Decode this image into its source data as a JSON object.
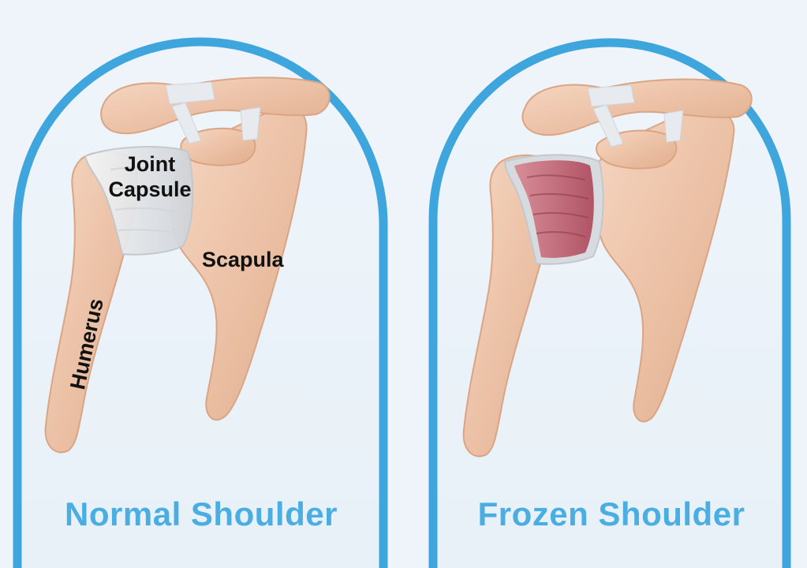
{
  "panels": [
    {
      "title": "Normal Shoulder",
      "capsule_state": "normal"
    },
    {
      "title": "Frozen Shoulder",
      "capsule_state": "inflamed"
    }
  ],
  "labels": {
    "joint_capsule_line1": "Joint",
    "joint_capsule_line2": "Capsule",
    "scapula": "Scapula",
    "humerus": "Humerus"
  },
  "colors": {
    "arch": "#3fa6dd",
    "title": "#4aaee3",
    "bone": "#efc5a8",
    "bone_shadow": "#d9a585",
    "normal_capsule": "#e4e6e9",
    "frozen_capsule": "#c46a78"
  }
}
